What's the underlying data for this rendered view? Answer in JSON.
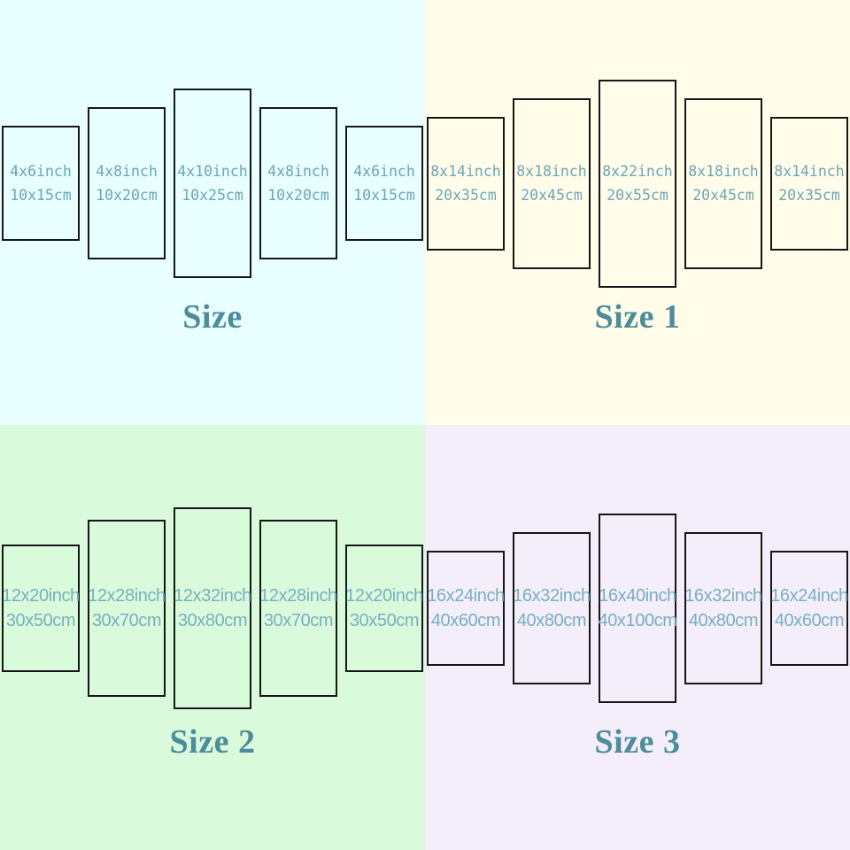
{
  "colors": {
    "panel_border": "#161616",
    "label_text": "#6ba6b5",
    "title_text": "#4d8c9a"
  },
  "quadrants": [
    {
      "id": "size",
      "title": "Size",
      "bg": "#e8feff",
      "label_style": "mono",
      "panels": [
        {
          "inch": "4x6inch",
          "cm": "10x15cm",
          "w": 4,
          "h": 6
        },
        {
          "inch": "4x8inch",
          "cm": "10x20cm",
          "w": 4,
          "h": 8
        },
        {
          "inch": "4x10inch",
          "cm": "10x25cm",
          "w": 4,
          "h": 10
        },
        {
          "inch": "4x8inch",
          "cm": "10x20cm",
          "w": 4,
          "h": 8
        },
        {
          "inch": "4x6inch",
          "cm": "10x15cm",
          "w": 4,
          "h": 6
        }
      ]
    },
    {
      "id": "size-1",
      "title": "Size 1",
      "bg": "#fffdea",
      "label_style": "mono",
      "panels": [
        {
          "inch": "8x14inch",
          "cm": "20x35cm",
          "w": 8,
          "h": 14
        },
        {
          "inch": "8x18inch",
          "cm": "20x45cm",
          "w": 8,
          "h": 18
        },
        {
          "inch": "8x22inch",
          "cm": "20x55cm",
          "w": 8,
          "h": 22
        },
        {
          "inch": "8x18inch",
          "cm": "20x45cm",
          "w": 8,
          "h": 18
        },
        {
          "inch": "8x14inch",
          "cm": "20x35cm",
          "w": 8,
          "h": 14
        }
      ]
    },
    {
      "id": "size-2",
      "title": "Size 2",
      "bg": "#d9fbdc",
      "label_style": "sans",
      "panels": [
        {
          "inch": "12x20inch",
          "cm": "30x50cm",
          "w": 12,
          "h": 20
        },
        {
          "inch": "12x28inch",
          "cm": "30x70cm",
          "w": 12,
          "h": 28
        },
        {
          "inch": "12x32inch",
          "cm": "30x80cm",
          "w": 12,
          "h": 32
        },
        {
          "inch": "12x28inch",
          "cm": "30x70cm",
          "w": 12,
          "h": 28
        },
        {
          "inch": "12x20inch",
          "cm": "30x50cm",
          "w": 12,
          "h": 20
        }
      ]
    },
    {
      "id": "size-3",
      "title": "Size 3",
      "bg": "#f3eefa",
      "label_style": "sans",
      "panels": [
        {
          "inch": "16x24inch",
          "cm": "40x60cm",
          "w": 16,
          "h": 24
        },
        {
          "inch": "16x32inch",
          "cm": "40x80cm",
          "w": 16,
          "h": 32
        },
        {
          "inch": "16x40inch",
          "cm": "40x100cm",
          "w": 16,
          "h": 40
        },
        {
          "inch": "16x32inch",
          "cm": "40x80cm",
          "w": 16,
          "h": 32
        },
        {
          "inch": "16x24inch",
          "cm": "40x60cm",
          "w": 16,
          "h": 24
        }
      ]
    }
  ]
}
